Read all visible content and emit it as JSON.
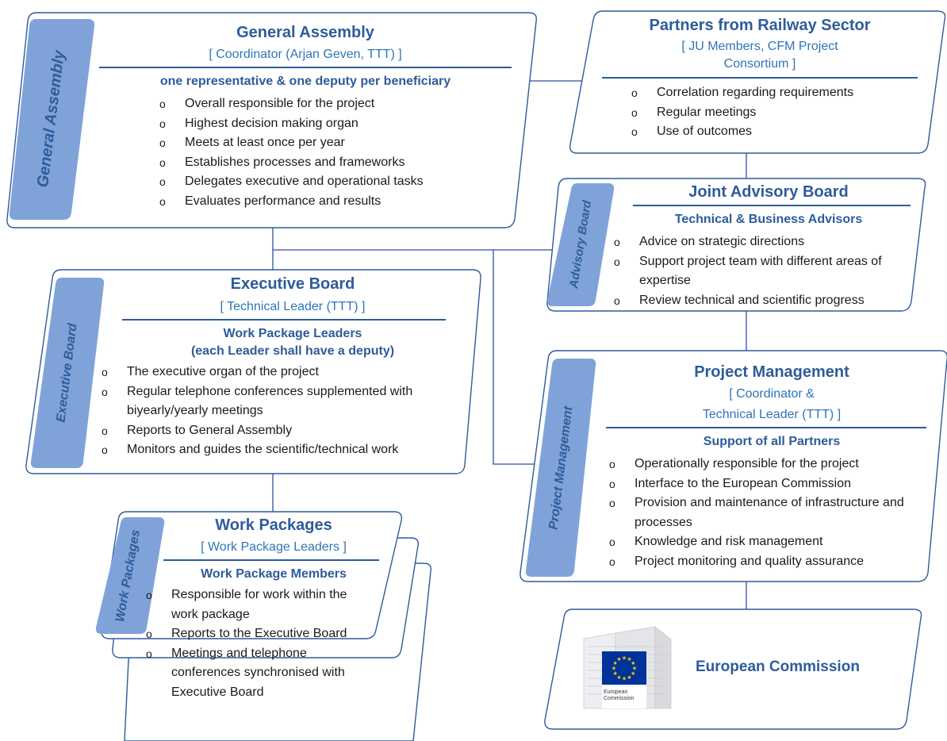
{
  "general_assembly": {
    "side_label": "General Assembly",
    "title": "General Assembly",
    "bracket": "[ Coordinator (Arjan Geven, TTT) ]",
    "subhead": "one representative & one deputy per beneficiary",
    "items": [
      "Overall responsible for the project",
      "Highest decision making organ",
      "Meets at least once per year",
      "Establishes processes and frameworks",
      "Delegates executive and operational tasks",
      "Evaluates performance and results"
    ]
  },
  "partners": {
    "title": "Partners from Railway Sector",
    "bracket_line1": "[ JU Members, CFM Project",
    "bracket_line2": "Consortium ]",
    "items": [
      "Correlation regarding requirements",
      "Regular meetings",
      "Use of outcomes"
    ]
  },
  "advisory_board": {
    "side_label": "Advisory Board",
    "title": "Joint Advisory Board",
    "subhead": "Technical & Business Advisors",
    "items": [
      "Advice on strategic directions",
      "Support project team with different areas of expertise",
      "Review technical and scientific progress"
    ]
  },
  "executive_board": {
    "side_label": "Executive Board",
    "title": "Executive Board",
    "bracket": "[ Technical Leader (TTT) ]",
    "subhead_line1": "Work Package Leaders",
    "subhead_line2": "(each Leader shall have a deputy)",
    "items": [
      "The executive organ of the project",
      "Regular telephone conferences supplemented with biyearly/yearly meetings",
      "Reports to General Assembly",
      "Monitors  and guides the scientific/technical work"
    ]
  },
  "project_management": {
    "side_label": "Project Management",
    "title": "Project Management",
    "bracket_line1": "[ Coordinator &",
    "bracket_line2": "Technical Leader (TTT) ]",
    "subhead": "Support of all Partners",
    "items": [
      "Operationally responsible for the project",
      "Interface to the European Commission",
      "Provision and maintenance of infrastructure and processes",
      "Knowledge and risk management",
      "Project monitoring and quality assurance"
    ]
  },
  "work_packages": {
    "side_label": "Work Packages",
    "title": "Work Packages",
    "bracket": "[ Work Package Leaders ]",
    "subhead": "Work Package Members",
    "items": [
      "Responsible for work within the work package",
      "Reports to the Executive Board",
      "Meetings and telephone conferences  synchronised with Executive Board"
    ]
  },
  "european_commission": {
    "name": "European Commission",
    "logo_caption_line1": "European",
    "logo_caption_line2": "Commission",
    "flag_color": "#003399",
    "star_color": "#ffcc00"
  },
  "colors": {
    "frame": "#2e5c9a",
    "side_tab": "#7fa3d9",
    "connector": "#2f4f9c",
    "accent_text": "#2e75b6"
  }
}
